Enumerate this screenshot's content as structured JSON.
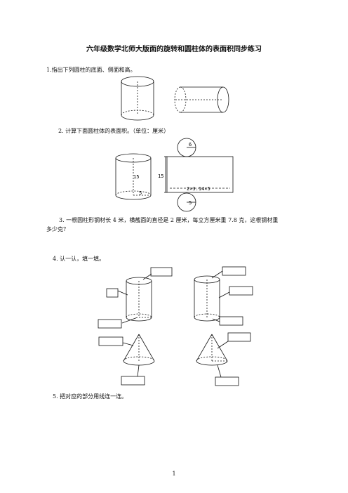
{
  "title": "六年级数学北师大版面的旋转和圆柱体的表面积同步练习",
  "questions": {
    "q1": "1.指出下列圆柱的底面、侧面和高。",
    "q2": "2. 计算下面圆柱体的表面积。（单位：厘米）",
    "q3_line1": "3. 一根圆柱形钢材长 4 米，横截面的直径是 2 厘米，每立方厘米重 7.8 克，这根钢材重",
    "q3_line2": "多少克？",
    "q4": "4. 认一认，填一填。",
    "q5": "5. 把对应的部分用线连一连。"
  },
  "figure2": {
    "cyl_height": "15",
    "cyl_radius": "5",
    "top_circle_label": "6",
    "rect_height": "15",
    "rect_width": "2×3.14×5",
    "bottom_circle_label": "5"
  },
  "page_number": "1"
}
